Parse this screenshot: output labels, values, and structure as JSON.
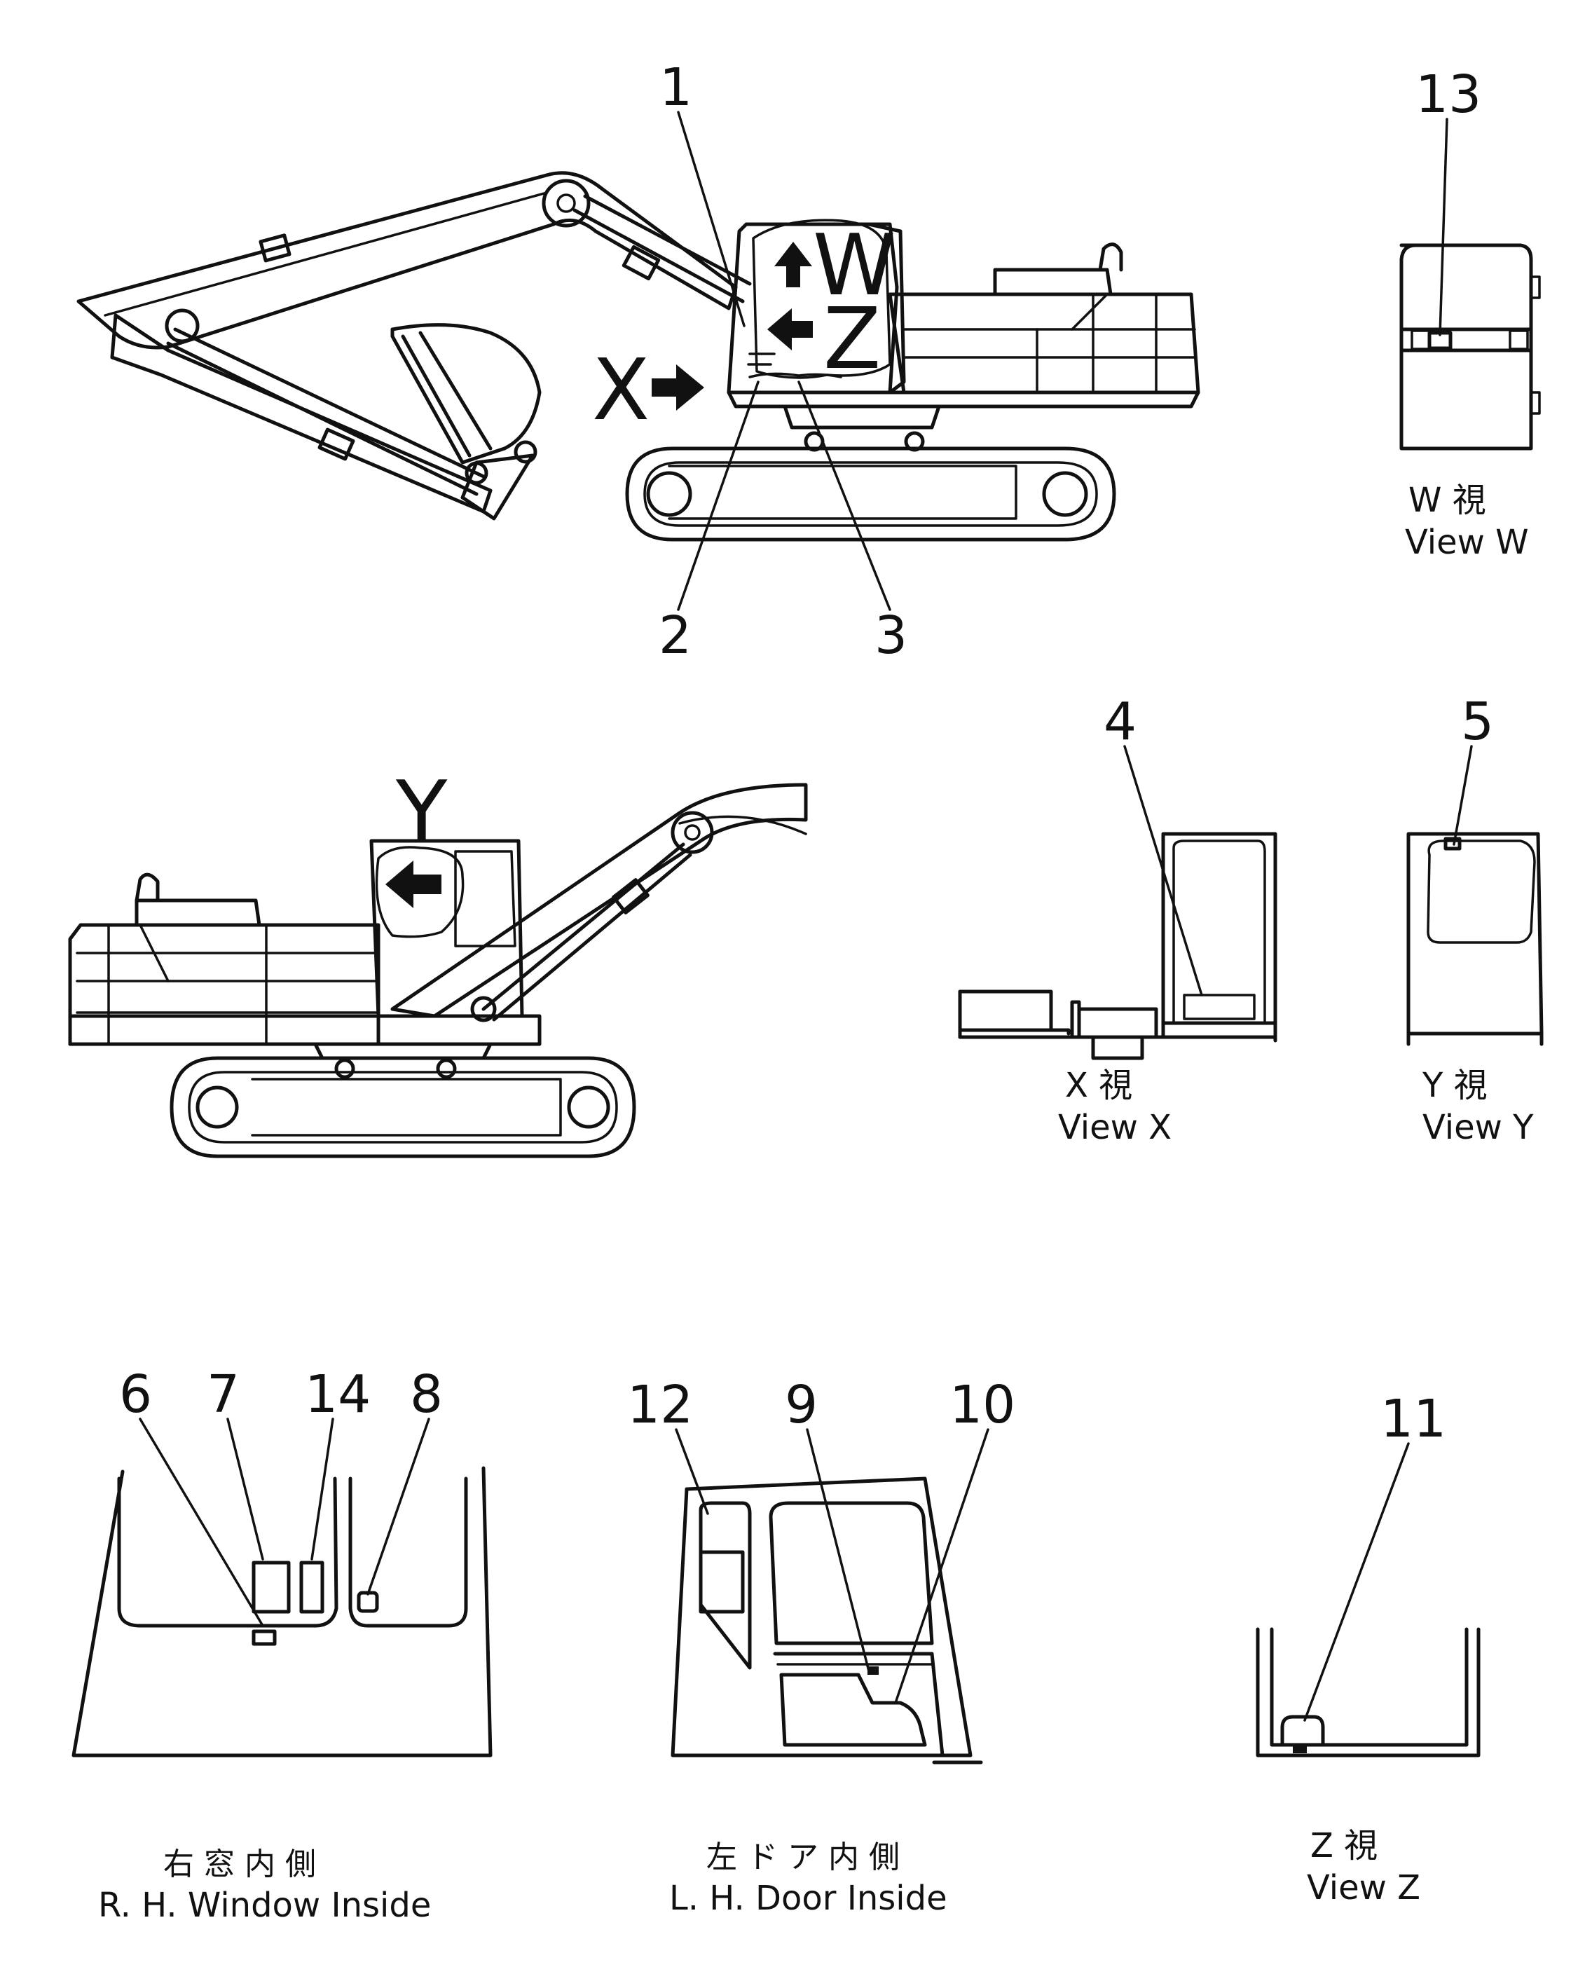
{
  "callouts": {
    "n1": "1",
    "n2": "2",
    "n3": "3",
    "n4": "4",
    "n5": "5",
    "n6": "6",
    "n7": "7",
    "n8": "8",
    "n9": "9",
    "n10": "10",
    "n11": "11",
    "n12": "12",
    "n13": "13",
    "n14": "14"
  },
  "view_letters": {
    "w": "W",
    "z": "Z",
    "x": "X",
    "y": "Y"
  },
  "captions": {
    "view_w_jp": "W 視",
    "view_w_en": "View W",
    "view_x_jp": "X 視",
    "view_x_en": "View X",
    "view_y_jp": "Y 視",
    "view_y_en": "View Y",
    "rh_window_jp": "右 窓 内 側",
    "rh_window_en": "R. H. Window Inside",
    "lh_door_jp": "左 ド ア 内 側",
    "lh_door_en": "L. H. Door Inside",
    "view_z_jp": "Z 視",
    "view_z_en": "View Z"
  }
}
